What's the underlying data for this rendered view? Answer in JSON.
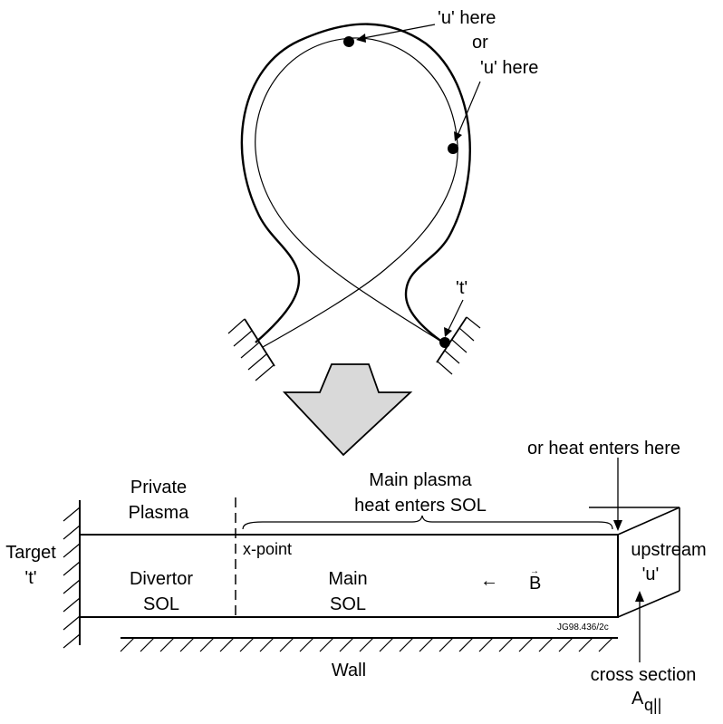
{
  "labels": {
    "u_here_1": "'u' here",
    "or_1": "or",
    "u_here_2": "'u' here",
    "t_top": "'t'",
    "or_heat_enters_here": "or heat enters here",
    "private_line1": "Private",
    "private_line2": "Plasma",
    "main_plasma_line1": "Main plasma",
    "main_plasma_line2": "heat enters SOL",
    "target_line1": "Target",
    "target_line2": "'t'",
    "x_point": "x-point",
    "divertor_line1": "Divertor",
    "divertor_line2": "SOL",
    "main_line1": "Main",
    "main_line2": "SOL",
    "b_field": "B",
    "b_arrow": "←",
    "b_vector": "→",
    "upstream_line1": "upstream",
    "upstream_line2": "'u'",
    "figure_code": "JG98.436/2c",
    "wall": "Wall",
    "cross_section": "cross section",
    "a_symbol": "A",
    "a_subscript": "q||"
  },
  "colors": {
    "ink": "#000000",
    "big_arrow_fill": "#d9d9d9"
  }
}
